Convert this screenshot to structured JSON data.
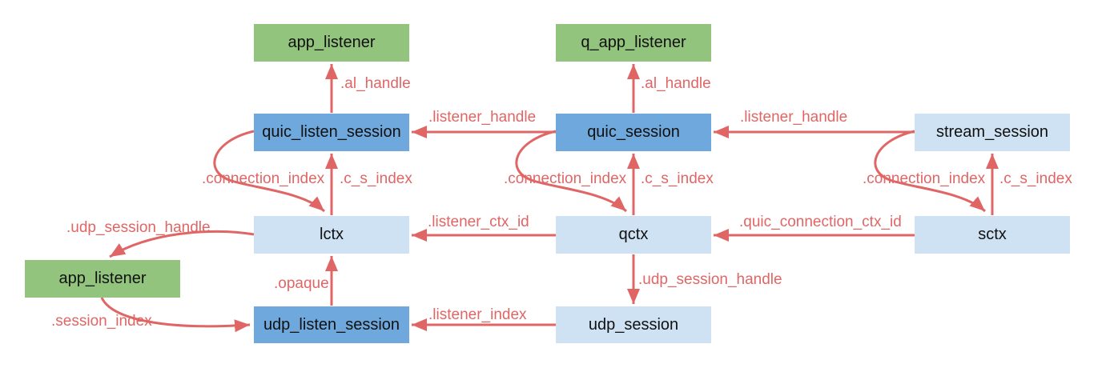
{
  "diagram": {
    "boxes": {
      "app_listener_top": {
        "label": "app_listener"
      },
      "q_app_listener": {
        "label": "q_app_listener"
      },
      "quic_listen_session": {
        "label": "quic_listen_session"
      },
      "quic_session": {
        "label": "quic_session"
      },
      "stream_session": {
        "label": "stream_session"
      },
      "lctx": {
        "label": "lctx"
      },
      "qctx": {
        "label": "qctx"
      },
      "sctx": {
        "label": "sctx"
      },
      "app_listener_bottom": {
        "label": "app_listener"
      },
      "udp_listen_session": {
        "label": "udp_listen_session"
      },
      "udp_session": {
        "label": "udp_session"
      }
    },
    "edge_labels": {
      "al_handle_left": ".al_handle",
      "al_handle_mid": ".al_handle",
      "listener_handle_left": ".listener_handle",
      "listener_handle_right": ".listener_handle",
      "connection_index_left": ".connection_index",
      "c_s_index_left": ".c_s_index",
      "connection_index_mid": ".connection_index",
      "c_s_index_mid": ".c_s_index",
      "connection_index_right": ".connection_index",
      "c_s_index_right": ".c_s_index",
      "udp_session_handle_left": ".udp_session_handle",
      "listener_ctx_id": ".listener_ctx_id",
      "quic_connection_ctx_id": ".quic_connection_ctx_id",
      "opaque": ".opaque",
      "udp_session_handle_mid": ".udp_session_handle",
      "session_index": ".session_index",
      "listener_index": ".listener_index"
    },
    "colors": {
      "green": "#93c47d",
      "blue": "#6fa8dc",
      "light_blue": "#cfe2f3",
      "red": "#e06666"
    }
  }
}
